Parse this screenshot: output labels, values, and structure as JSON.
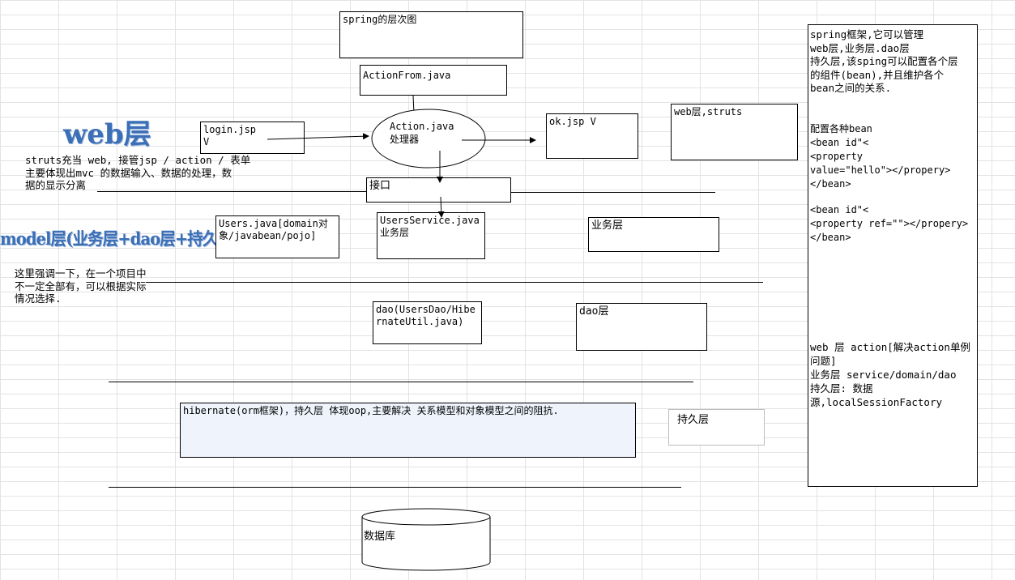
{
  "spring_title": "spring的层次图",
  "action_form": "ActionFrom.java",
  "login_jsp": "login.jsp\nV",
  "action_java": "Action.java\n处理器",
  "ok_jsp": "ok.jsp V",
  "web_struts": "web层,struts",
  "interface": "接口",
  "users_service": "UsersService.java\n业务层",
  "users_java": "Users.java[domain对象/javabean/pojo]",
  "business_layer": "业务层",
  "dao_box": "dao(UsersDao/HibernateUtil.java)",
  "dao_layer": "dao层",
  "hibernate_box": "hibernate(orm框架)，持久层 体现oop,主要解决 关系模型和对象模型之间的阻抗.",
  "persistence_layer": "持久层",
  "database": "数据库",
  "web_heading": "web层",
  "web_desc": "struts充当 web, 接管jsp / action / 表单\n主要体现出mvc 的数据输入、数据的处理，数\n据的显示分离",
  "model_heading": "model层(业务层+dao层+持久层)",
  "model_note": "这里强调一下，在一个项目中\n不一定全部有，可以根据实际\n情况选择.",
  "right_panel": {
    "intro": "spring框架,它可以管理\nweb层,业务层.dao层\n持久层,该sping可以配置各个层\n的组件(bean),并且维护各个\nbean之间的关系.",
    "config": "配置各种bean\n<bean id\"<\n<property\nvalue=\"hello\"></propery>\n</bean>",
    "config2": "<bean id\"<\n<property ref=\"\"></propery>\n</bean>",
    "layers": "web 层 action[解决action单例\n问题]\n业务层 service/domain/dao\n持久层: 数据\n源,localSessionFactory"
  }
}
